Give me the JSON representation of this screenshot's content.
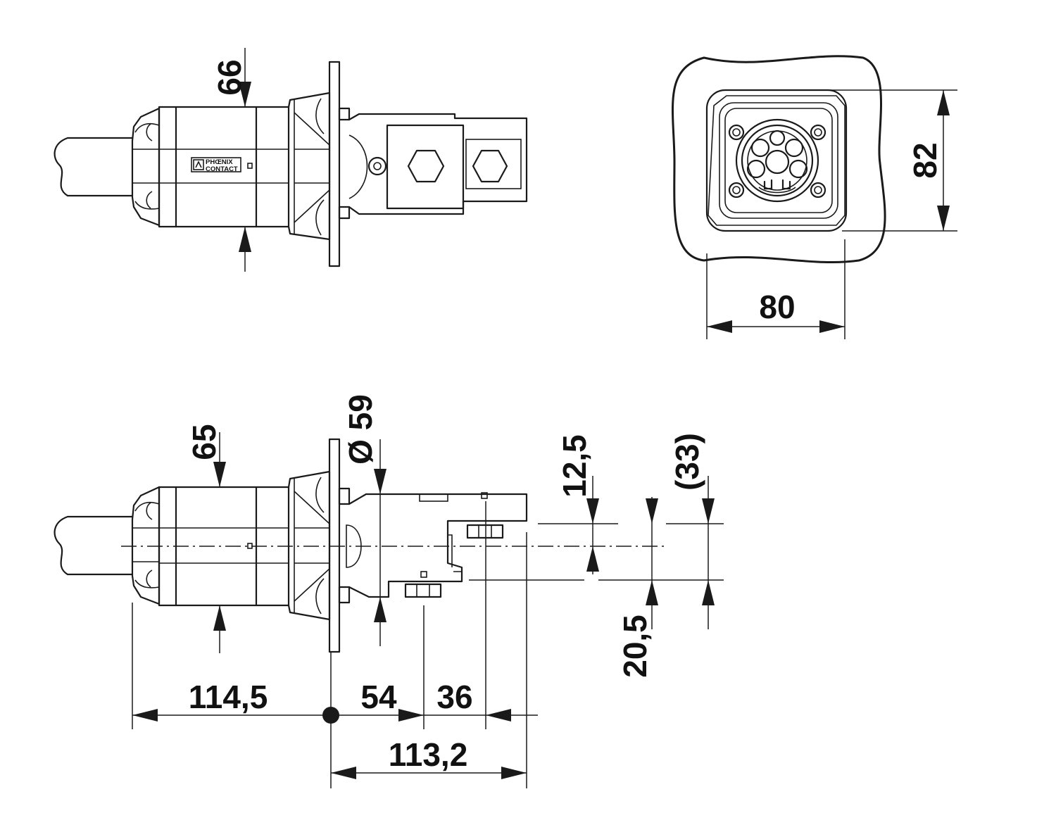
{
  "logo": {
    "line1": "PHŒNIX",
    "line2": "CONTACT"
  },
  "top_side_view": {
    "housing_length": "66"
  },
  "front_view": {
    "width": "80",
    "height": "82"
  },
  "bottom_side_view": {
    "housing_length": "65",
    "diameter": "Ø 59",
    "offset_upper": "12,5",
    "offset_lower": "20,5",
    "reference": "(33)",
    "length_cable_side": "114,5",
    "length_front_1": "54",
    "length_front_2": "36",
    "length_front_total": "113,2"
  }
}
